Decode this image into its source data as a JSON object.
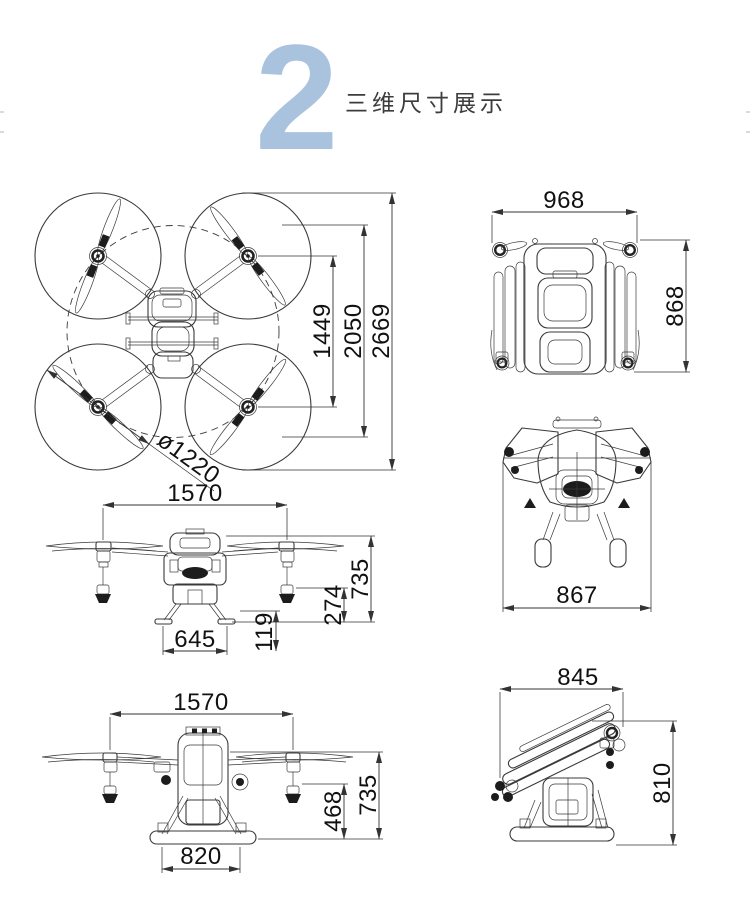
{
  "header": {
    "section_number": "2",
    "title": "三维尺寸展示"
  },
  "colors": {
    "accent": "#a9c2de",
    "line_dark": "#333333",
    "text": "#111111"
  },
  "dims": {
    "top": {
      "inner": "1449",
      "middle": "2050",
      "outer": "2669",
      "prop": "ø1220"
    },
    "front": {
      "span": "1570",
      "height": "735",
      "mid_height": "274",
      "track": "645",
      "nozzle": "119"
    },
    "side": {
      "span": "1570",
      "height": "735",
      "mid_height": "468",
      "skid": "820"
    },
    "folded_top": {
      "width": "968",
      "length": "868"
    },
    "folded_front": {
      "width": "867"
    },
    "folded_side": {
      "length": "845",
      "height": "810"
    }
  }
}
